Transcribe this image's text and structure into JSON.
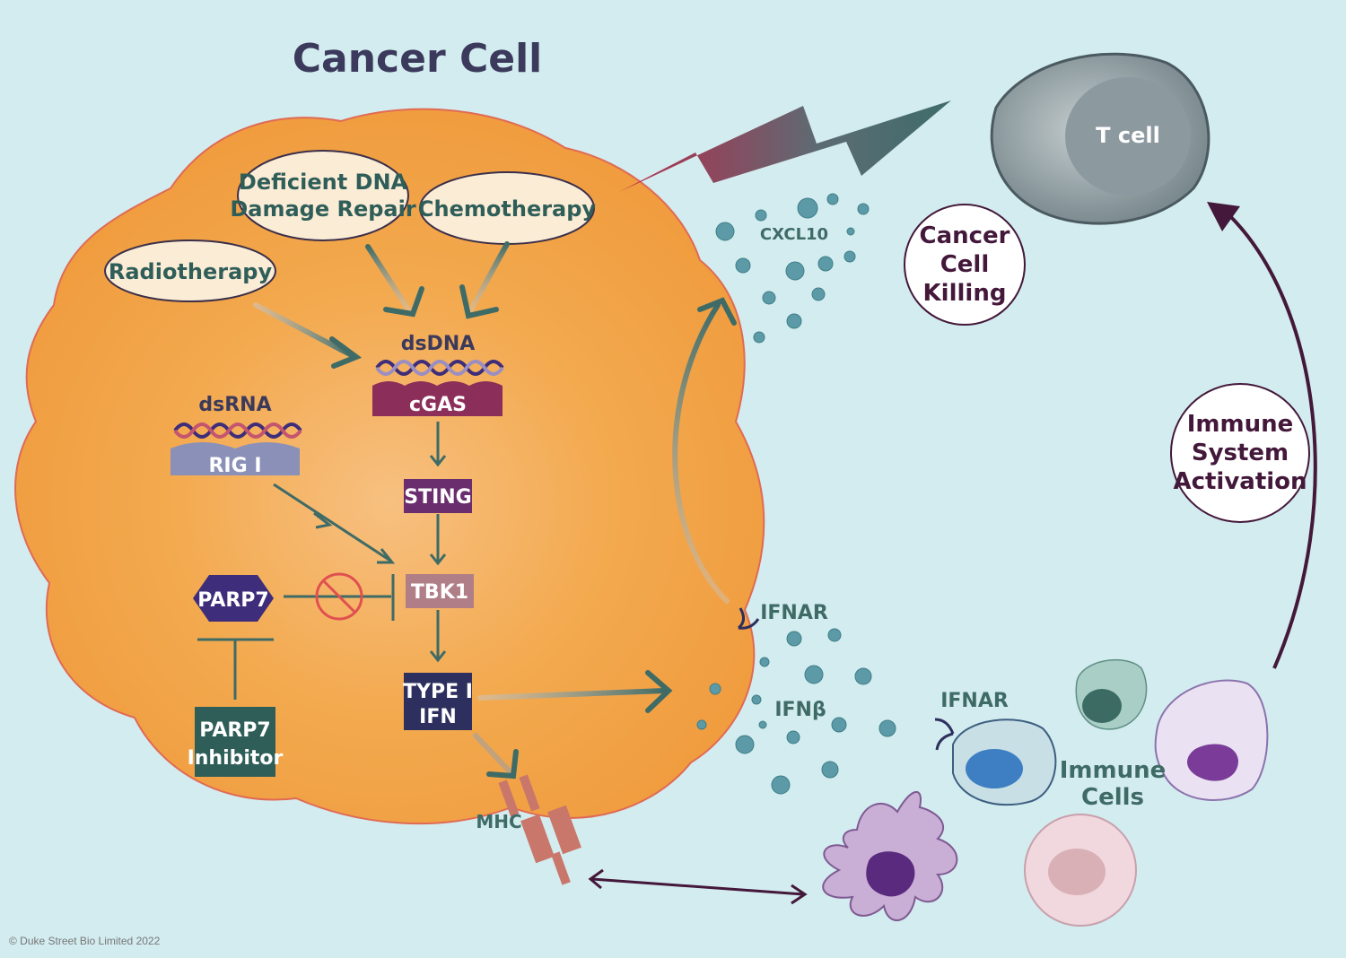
{
  "title": "Cancer Cell",
  "triggers": {
    "radiotherapy": "Radiotherapy",
    "dna_repair_line1": "Deficient DNA",
    "dna_repair_line2": "Damage Repair",
    "chemotherapy": "Chemotherapy"
  },
  "labels": {
    "dsdna": "dsDNA",
    "cgas": "cGAS",
    "dsrna": "dsRNA",
    "rig": "RIG I",
    "sting": "STING",
    "tbk1": "TBK1",
    "parp7": "PARP7",
    "inhibitor_line1": "PARP7",
    "inhibitor_line2": "Inhibitor",
    "ifn_line1": "TYPE I",
    "ifn_line2": "IFN",
    "mhc": "MHC",
    "ifnar_cell": "IFNAR",
    "ifnar_immune": "IFNAR",
    "ifnb": "IFNβ",
    "cxcl10": "CXCL10",
    "tcell": "T cell",
    "immune_line1": "Immune",
    "immune_line2": "Cells"
  },
  "callouts": {
    "killing_line1": "Cancer",
    "killing_line2": "Cell",
    "killing_line3": "Killing",
    "activation_line1": "Immune",
    "activation_line2": "System",
    "activation_line3": "Activation"
  },
  "copyright": "© Duke Street Bio Limited 2022",
  "colors": {
    "cell_fill": "#f2a043",
    "arrow_teal": "#3f6b67",
    "cgas": "#8b2e5a",
    "sting": "#6a2e6e",
    "tbk1": "#b07e86",
    "ifn": "#2d2f5e",
    "rig": "#8a90b8",
    "parp7": "#3d2d7a",
    "inhibitor": "#2f5e59",
    "dark_arrow": "#43183a"
  }
}
